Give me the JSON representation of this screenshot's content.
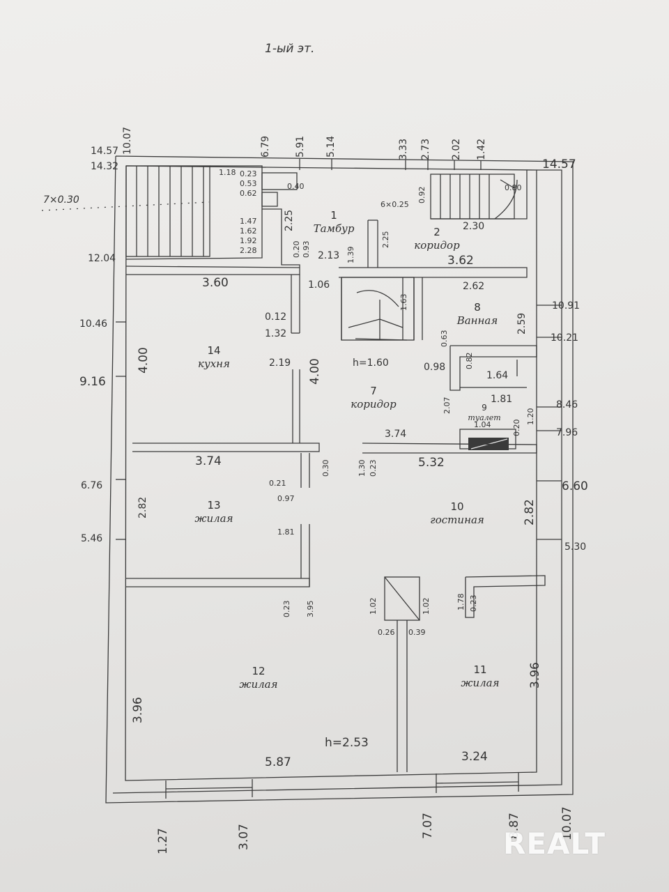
{
  "title": "1-ый эт.",
  "height_note": "h=2.53",
  "stair_note": "7×0.30",
  "stair_note2": "6×0.25",
  "stair_h": "h=1.60",
  "rooms": [
    {
      "num": "1",
      "name": "Тамбур"
    },
    {
      "num": "2",
      "name": "коридор"
    },
    {
      "num": "7",
      "name": "коридор"
    },
    {
      "num": "8",
      "name": "Ванная"
    },
    {
      "num": "9",
      "name": "туалет"
    },
    {
      "num": "10",
      "name": "гостиная"
    },
    {
      "num": "11",
      "name": "жилая"
    },
    {
      "num": "12",
      "name": "жилая"
    },
    {
      "num": "13",
      "name": "жилая"
    },
    {
      "num": "14",
      "name": "кухня"
    }
  ],
  "dims": {
    "d1007a": "10.07",
    "d1457a": "14.57",
    "d1432": "14.32",
    "d1457b": "14.57",
    "d679": "6.79",
    "d591": "5.91",
    "d514": "5.14",
    "d333": "3.33",
    "d273": "2.73",
    "d202": "2.02",
    "d142": "1.42",
    "d1204": "12.04",
    "d1046": "10.46",
    "d916": "9.16",
    "d676": "6.76",
    "d546": "5.46",
    "d1091": "10.91",
    "d1021": "10.21",
    "d846": "8.46",
    "d796": "7.96",
    "d660": "6.60",
    "d530": "5.30",
    "d127": "1.27",
    "d307": "3.07",
    "d707": "7.07",
    "d887": "8.87",
    "d1007b": "10.07",
    "r360": "3.60",
    "r400a": "4.00",
    "r400b": "4.00",
    "r012": "0.12",
    "r132": "1.32",
    "r219": "2.19",
    "r106": "1.06",
    "r213": "2.13",
    "r225a": "2.25",
    "r225b": "2.25",
    "r139": "1.39",
    "r362": "3.62",
    "r262": "2.62",
    "r259": "2.59",
    "r230": "2.30",
    "r092": "0.92",
    "r080": "0.80",
    "r040": "0.40",
    "r118": "1.18",
    "r023": "0.23",
    "r053": "0.53",
    "r062": "0.62",
    "r147": "1.47",
    "r162": "1.62",
    "r192": "1.92",
    "r228": "2.28",
    "r020": "0.20",
    "r093": "0.93",
    "r063": "0.63",
    "r098": "0.98",
    "r082": "0.82",
    "r164": "1.64",
    "r207": "2.07",
    "r181a": "1.81",
    "r104": "1.04",
    "r120": "1.20",
    "r020b": "0.20",
    "r374a": "3.74",
    "r374b": "3.74",
    "r532": "5.32",
    "r130": "1.30",
    "r023b": "0.23",
    "r030": "0.30",
    "r021": "0.21",
    "r097": "0.97",
    "r282a": "2.82",
    "r282b": "2.82",
    "r181b": "1.81",
    "r023c": "0.23",
    "r395": "3.95",
    "r102a": "1.02",
    "r102b": "1.02",
    "r026": "0.26",
    "r039": "0.39",
    "r178": "1.78",
    "r023d": "0.23",
    "r396a": "3.96",
    "r396b": "3.96",
    "r587": "5.87",
    "r324": "3.24",
    "r163": "1.63"
  },
  "watermark": "REALT"
}
